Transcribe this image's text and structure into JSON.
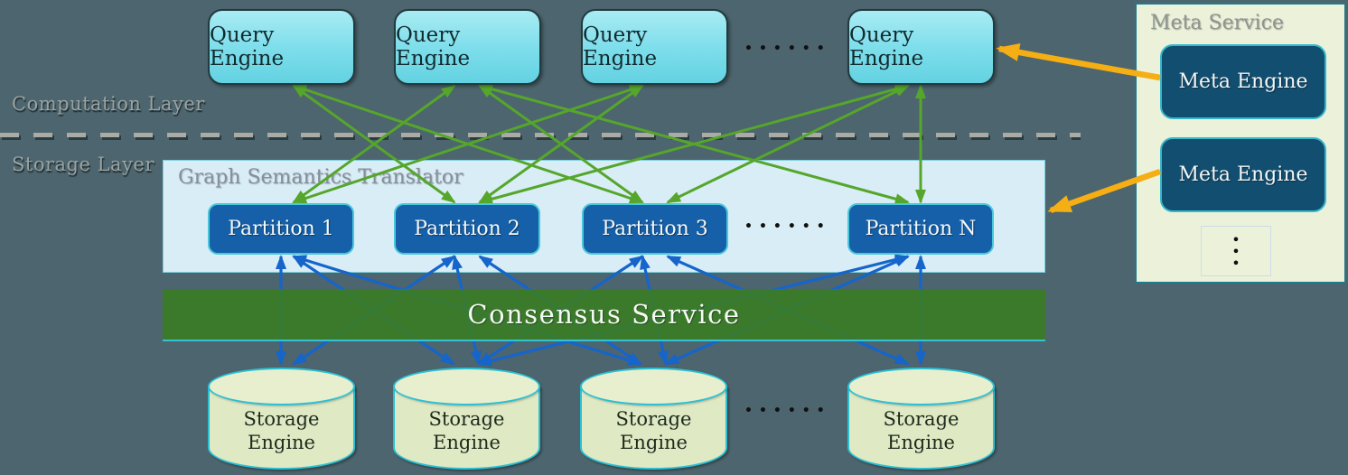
{
  "labels": {
    "computation_layer": "Computation Layer",
    "storage_layer": "Storage Layer",
    "translator": "Graph Semantics Translator",
    "consensus": "Consensus Service",
    "meta_service": "Meta Service"
  },
  "nodes": {
    "query_engines": [
      {
        "label": "Query Engine"
      },
      {
        "label": "Query Engine"
      },
      {
        "label": "Query Engine"
      },
      {
        "label": "Query Engine"
      }
    ],
    "partitions": [
      {
        "label": "Partition 1"
      },
      {
        "label": "Partition 2"
      },
      {
        "label": "Partition 3"
      },
      {
        "label": "Partition N"
      }
    ],
    "storage_engines": [
      {
        "line1": "Storage",
        "line2": "Engine"
      },
      {
        "line1": "Storage",
        "line2": "Engine"
      },
      {
        "line1": "Storage",
        "line2": "Engine"
      },
      {
        "line1": "Storage",
        "line2": "Engine"
      }
    ],
    "meta_engines": [
      {
        "label": "Meta Engine"
      },
      {
        "label": "Meta Engine"
      }
    ]
  },
  "ellipsis": {
    "horizontal": "••••••",
    "vertical": [
      "•",
      "•",
      "•"
    ]
  },
  "edges": {
    "green_qe_partition": [
      [
        0,
        1
      ],
      [
        0,
        2
      ],
      [
        1,
        0
      ],
      [
        1,
        2
      ],
      [
        1,
        3
      ],
      [
        2,
        0
      ],
      [
        2,
        1
      ],
      [
        3,
        1
      ],
      [
        3,
        2
      ],
      [
        3,
        3
      ]
    ],
    "blue_partition_storage": [
      [
        0,
        0
      ],
      [
        0,
        1
      ],
      [
        0,
        2
      ],
      [
        1,
        0
      ],
      [
        1,
        1
      ],
      [
        1,
        2
      ],
      [
        2,
        1
      ],
      [
        2,
        2
      ],
      [
        2,
        3
      ],
      [
        3,
        1
      ],
      [
        3,
        2
      ],
      [
        3,
        3
      ]
    ],
    "orange_meta": [
      {
        "from": "meta-engine-1",
        "to": "query-engine-4"
      },
      {
        "from": "meta-engine-2",
        "to": "graph-semantics-translator"
      }
    ]
  },
  "colors": {
    "background": "#4d656e",
    "green_arrow": "#55a62b",
    "blue_arrow": "#1565cb",
    "orange_arrow": "#f5ae13",
    "query_engine_fill": "#7fdeeb",
    "partition_fill": "#1560a8",
    "translator_fill": "#d9edf7",
    "consensus_fill": "#3a7d22",
    "storage_fill": "#dfe9c4",
    "meta_panel_fill": "#ecf1da",
    "meta_engine_fill": "#124e6f"
  }
}
